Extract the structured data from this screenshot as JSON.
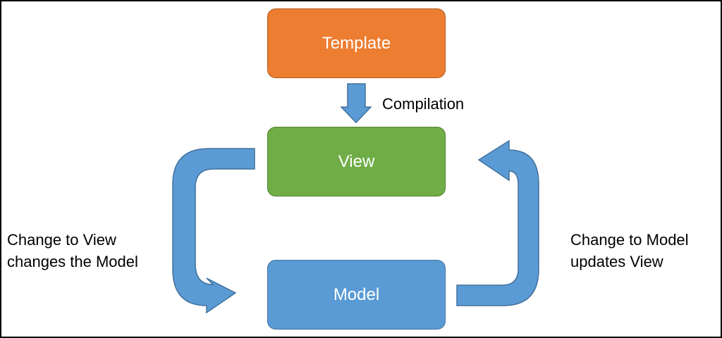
{
  "colors": {
    "template_fill": "#ED7D31",
    "template_border": "#AE5A21",
    "view_fill": "#70AD47",
    "view_border": "#507E32",
    "model_fill": "#5B9BD5",
    "model_border": "#41719C",
    "arrow_fill": "#5B9BD5",
    "arrow_border": "#41719C"
  },
  "nodes": {
    "template": "Template",
    "view": "View",
    "model": "Model"
  },
  "edges": {
    "compilation": "Compilation",
    "view_to_model": [
      "Change to View",
      "changes the Model"
    ],
    "model_to_view": [
      "Change to Model",
      "updates View"
    ]
  }
}
